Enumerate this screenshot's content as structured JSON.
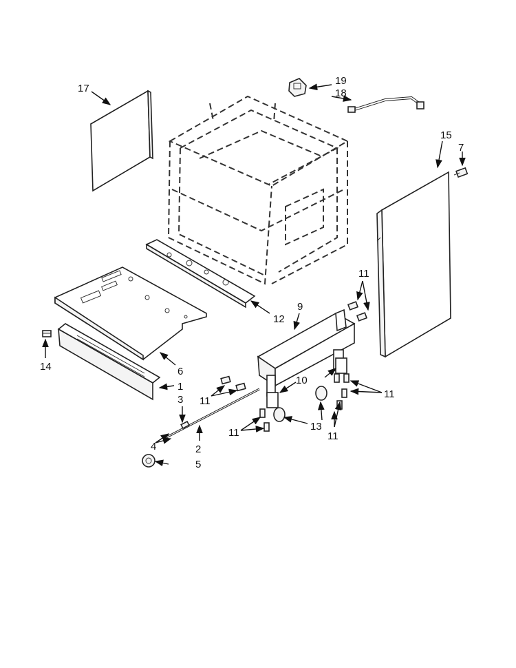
{
  "diagram": {
    "callouts": {
      "c1": "1",
      "c2": "2",
      "c3": "3",
      "c4": "4",
      "c5": "5",
      "c6": "6",
      "c7": "7",
      "c9": "9",
      "c10": "10",
      "c11a": "11",
      "c11b": "11",
      "c11c": "11",
      "c11d": "11",
      "c11e": "11",
      "c12": "12",
      "c13": "13",
      "c14": "14",
      "c15": "15",
      "c17": "17",
      "c18": "18",
      "c19": "19"
    }
  }
}
